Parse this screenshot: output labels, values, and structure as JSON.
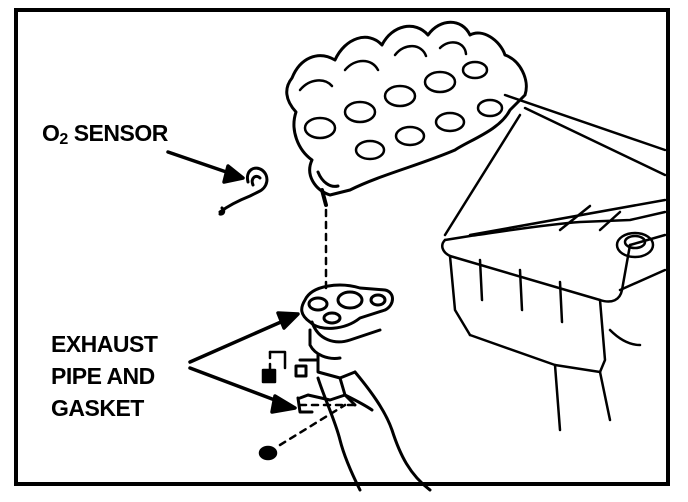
{
  "labels": {
    "o2_sensor": {
      "o": "O",
      "subscript": "2",
      "word": "SENSOR"
    },
    "exhaust": {
      "line1": "EXHAUST",
      "line2": "PIPE AND",
      "line3": "GASKET"
    }
  },
  "colors": {
    "ink": "#000000",
    "paper": "#ffffff"
  }
}
